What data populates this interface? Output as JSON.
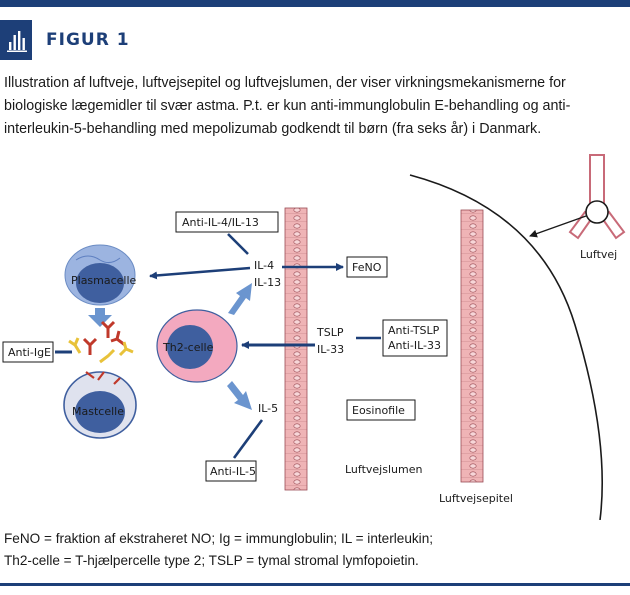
{
  "header": {
    "title": "FIGUR 1"
  },
  "caption": "Illustration af luftveje, luftvejsepitel og luftvejslumen, der viser virkningsmekanismerne for biologiske lægemidler til svær astma. P.t. er kun anti-immunglobulin E-behandling og anti-interleukin-5-behandling med mepolizumab godkendt til børn (fra seks år) i Danmark.",
  "diagram": {
    "boxes": {
      "anti_il4_il13": "Anti-IL-4/IL-13",
      "feno": "FeNO",
      "anti_tslp": "Anti-TSLP",
      "anti_il33": "Anti-IL-33",
      "anti_ige": "Anti-IgE",
      "eosinofile": "Eosinofile",
      "anti_il5": "Anti-IL-5"
    },
    "labels": {
      "il4": "IL-4",
      "il13": "IL-13",
      "tslp": "TSLP",
      "il33": "IL-33",
      "il5": "IL-5",
      "plasmacelle": "Plasmacelle",
      "th2": "Th2-celle",
      "mastcelle": "Mastcelle",
      "luftvejslumen": "Luftvejslumen",
      "luftvejsepitel": "Luftvejsepitel",
      "luftvej": "Luftvej"
    },
    "colors": {
      "navy": "#1d3f78",
      "arrow_blue": "#6b95cf",
      "epithelium": "#efb4b6",
      "th2_pink": "#f3a9bf",
      "cell_blue": "#3f5f9f",
      "antibody_red": "#c0392b",
      "antibody_yellow": "#e8c23a"
    }
  },
  "footnote": {
    "line1": "FeNO = fraktion af ekstraheret NO; Ig = immunglobulin; IL = interleukin;",
    "line2": "Th2-celle = T-hjælpercelle type 2; TSLP = tymal stromal lymfopoietin."
  }
}
